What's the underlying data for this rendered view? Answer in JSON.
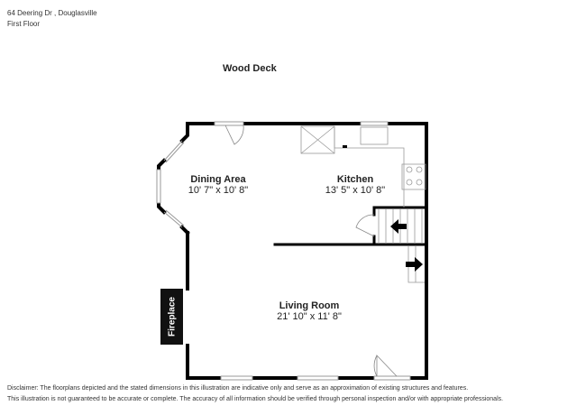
{
  "header": {
    "address": "64 Deering Dr , Douglasville",
    "floor": "First Floor"
  },
  "outside": {
    "deck_label": "Wood Deck"
  },
  "rooms": [
    {
      "name": "Dining Area",
      "dims": "10' 7\" x 10' 8\""
    },
    {
      "name": "Kitchen",
      "dims": "13' 5\" x 10' 8\""
    },
    {
      "name": "Living Room",
      "dims": "21' 10\" x 11' 8\""
    }
  ],
  "features": {
    "fireplace_label": "Fireplace"
  },
  "disclaimer": {
    "line1": "Disclaimer: The floorplans depicted and the stated dimensions in this illustration are indicative only and serve as an approximation of existing structures and features.",
    "line2": "This illustration is not guaranteed to be accurate or complete. The accuracy of all information should be verified through personal inspection and/or with appropriate professionals."
  }
}
